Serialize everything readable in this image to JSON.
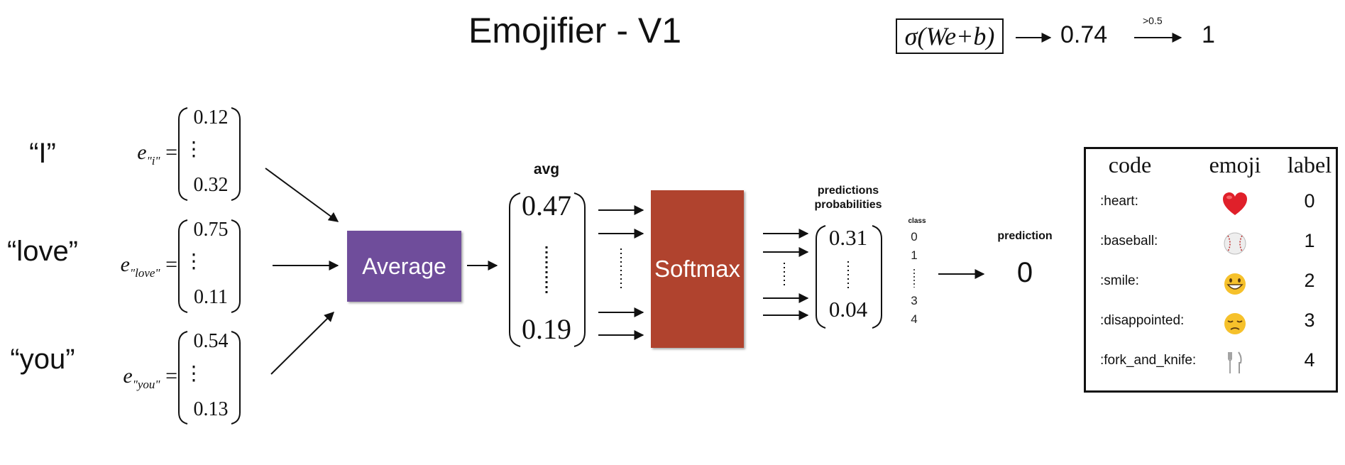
{
  "title": "Emojifier - V1",
  "top_formula": {
    "sigma": "σ(We+b)",
    "value": "0.74",
    "threshold": ">0.5",
    "output": "1"
  },
  "words": [
    "“I”",
    "“love”",
    "“you”"
  ],
  "embeddings": [
    {
      "e": "e",
      "sub": "\"i\"",
      "eq": "=",
      "top": "0.12",
      "bottom": "0.32",
      "dots": "⋮"
    },
    {
      "e": "e",
      "sub": "\"love\"",
      "eq": "=",
      "top": "0.75",
      "bottom": "0.11",
      "dots": "⋮"
    },
    {
      "e": "e",
      "sub": "\"you\"",
      "eq": "=",
      "top": "0.54",
      "bottom": "0.13",
      "dots": "⋮"
    }
  ],
  "average_box": "Average",
  "avg": {
    "label": "avg",
    "top": "0.47",
    "bottom": "0.19"
  },
  "softmax_box": "Softmax",
  "probabilities": {
    "label_line1": "predictions",
    "label_line2": "probabilities",
    "top": "0.31",
    "bottom": "0.04"
  },
  "classes": {
    "label": "class",
    "items": [
      "0",
      "1",
      "3",
      "4"
    ]
  },
  "prediction": {
    "label": "prediction",
    "value": "0"
  },
  "table": {
    "headers": [
      "code",
      "emoji",
      "label"
    ],
    "rows": [
      {
        "code": ":heart:",
        "emoji": "heart-emoji",
        "label": "0"
      },
      {
        "code": ":baseball:",
        "emoji": "baseball-emoji",
        "label": "1"
      },
      {
        "code": ":smile:",
        "emoji": "smile-emoji",
        "label": "2"
      },
      {
        "code": ":disappointed:",
        "emoji": "disappointed-emoji",
        "label": "3"
      },
      {
        "code": ":fork_and_knife:",
        "emoji": "fork-and-knife-emoji",
        "label": "4"
      }
    ]
  },
  "colors": {
    "average": "#6f4d9b",
    "softmax": "#b0432e",
    "heart": "#e0202a",
    "smile": "#f6c12b"
  }
}
